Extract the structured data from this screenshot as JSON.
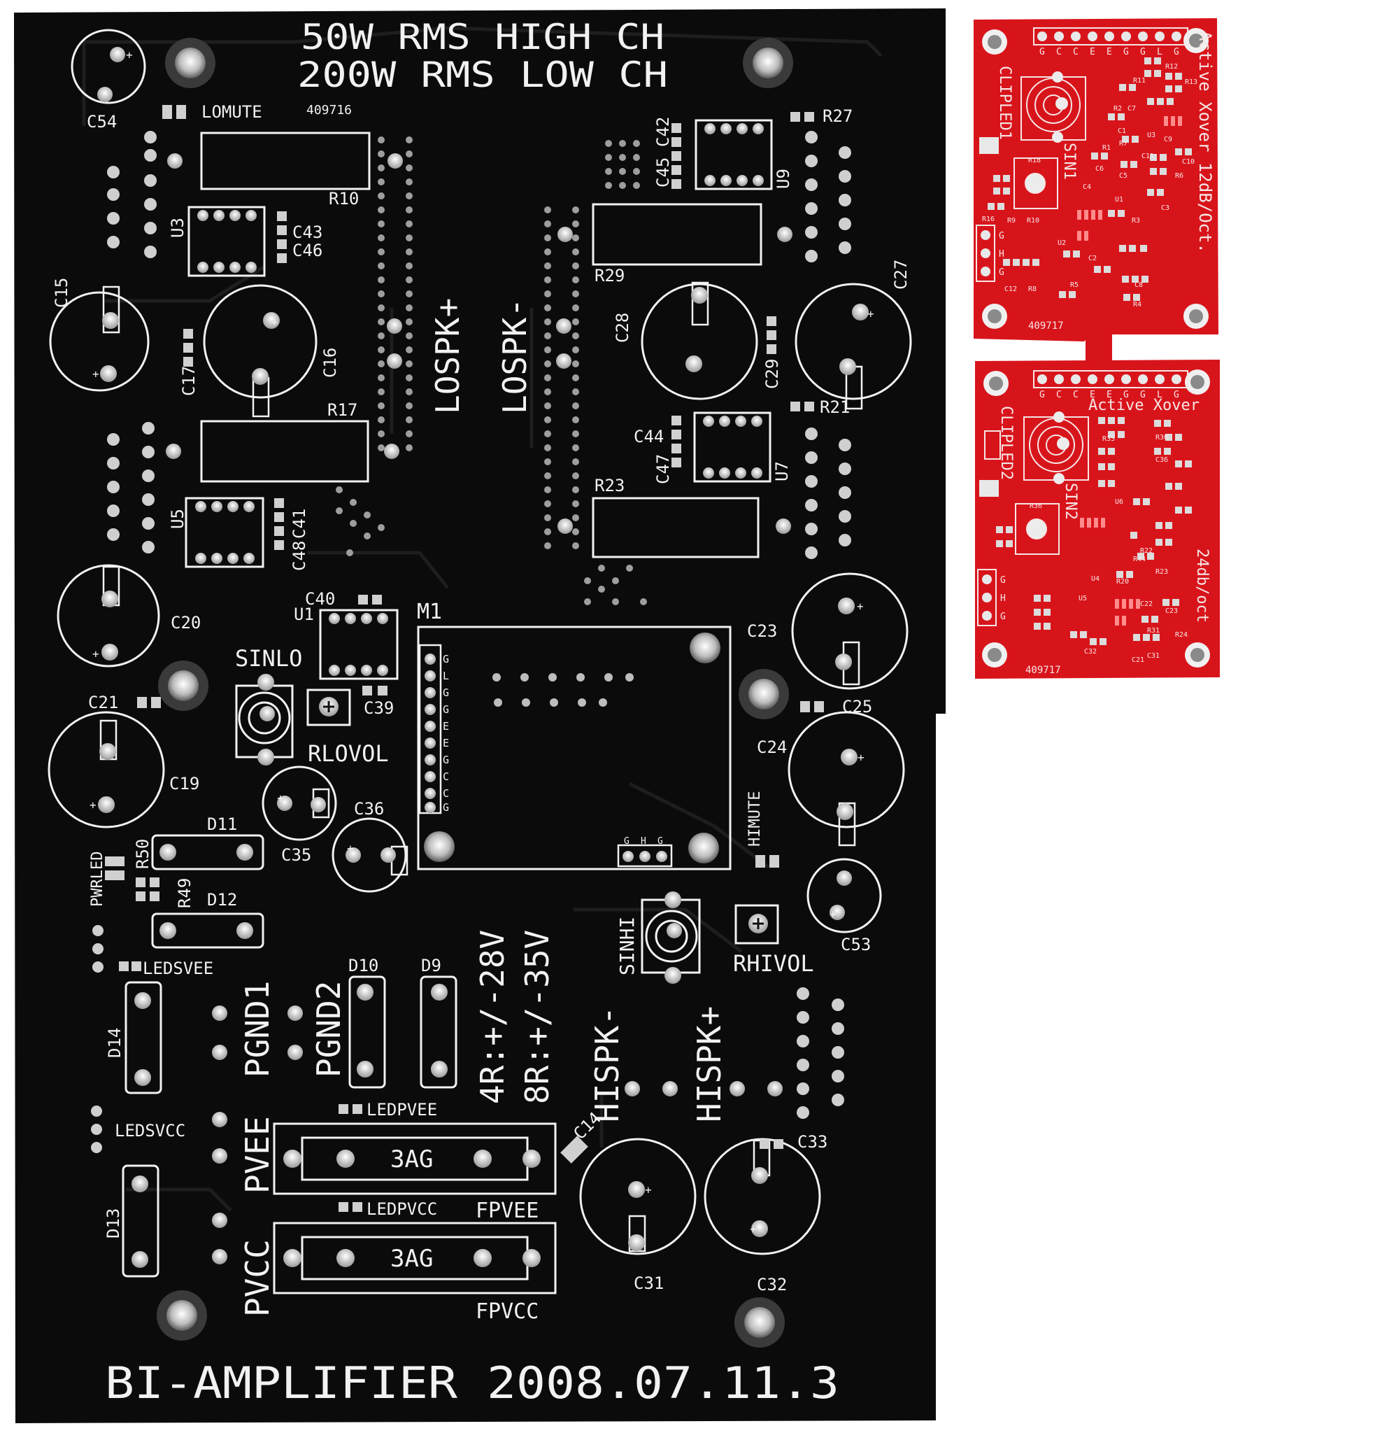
{
  "main_board": {
    "title_line1": "50W RMS HIGH CH",
    "title_line2": "200W RMS LOW CH",
    "serial": "409716",
    "footer": "BI-AMPLIFIER 2008.07.11.3",
    "voltage_4r": "4R:+/-28V",
    "voltage_8r": "8R:+/-35V",
    "labels": {
      "lomute": "LOMUTE",
      "himute": "HIMUTE",
      "lospk_plus": "LOSPK+",
      "lospk_minus": "LOSPK-",
      "hispk_plus": "HISPK+",
      "hispk_minus": "HISPK-",
      "sinlo": "SINLO",
      "sinhi": "SINHI",
      "rlovol": "RLOVOL",
      "rhivol": "RHIVOL",
      "pgnd1": "PGND1",
      "pgnd2": "PGND2",
      "pvee": "PVEE",
      "pvcc": "PVCC",
      "fpvee": "FPVEE",
      "fpvcc": "FPVCC",
      "fuse1": "3AG",
      "fuse2": "3AG",
      "ledsvee": "LEDSVEE",
      "ledsvcc": "LEDSVCC",
      "ledpvee": "LEDPVEE",
      "ledpvcc": "LEDPVCC",
      "pwrled": "PWRLED",
      "m1": "M1",
      "u1": "U1",
      "u3": "U3",
      "u5": "U5",
      "u7": "U7",
      "u9": "U9",
      "r10": "R10",
      "r17": "R17",
      "r21": "R21",
      "r23": "R23",
      "r27": "R27",
      "r29": "R29",
      "r49": "R49",
      "r50": "R50",
      "c14": "C14",
      "c15": "C15",
      "c16": "C16",
      "c17": "C17",
      "c19": "C19",
      "c20": "C20",
      "c21": "C21",
      "c23": "C23",
      "c24": "C24",
      "c25": "C25",
      "c27": "C27",
      "c28": "C28",
      "c29": "C29",
      "c31": "C31",
      "c32": "C32",
      "c33": "C33",
      "c35": "C35",
      "c36": "C36",
      "c39": "C39",
      "c40": "C40",
      "c41": "C41",
      "c42": "C42",
      "c43": "C43",
      "c44": "C44",
      "c45": "C45",
      "c46": "C46",
      "c47": "C47",
      "c48": "C48",
      "c53": "C53",
      "c54": "C54",
      "d9": "D9",
      "d10": "D10",
      "d11": "D11",
      "d12": "D12",
      "d13": "D13",
      "d14": "D14"
    },
    "connector_pins": [
      "G",
      "L",
      "G",
      "G",
      "E",
      "E",
      "G",
      "C",
      "C",
      "G"
    ],
    "m1_bottom_pins": [
      "G",
      "H",
      "G"
    ]
  },
  "xover_top": {
    "title": "Active Xover 12dB/Oct.",
    "serial": "409717",
    "clipled": "CLIPLED1",
    "sin": "SIN1",
    "pins": [
      "G",
      "C",
      "C",
      "E",
      "E",
      "G",
      "G",
      "L",
      "G"
    ],
    "side_pins": [
      "G",
      "H",
      "G"
    ],
    "refs": {
      "r18": "R18",
      "r9": "R9",
      "r10": "R10",
      "r16": "R16",
      "r8": "R8",
      "r11": "R11",
      "r12": "R12",
      "r13": "R13",
      "r1": "R1",
      "r2": "R2",
      "r3": "R3",
      "r4": "R4",
      "r5": "R5",
      "r6": "R6",
      "r7": "R7",
      "c12": "C12",
      "c1": "C1",
      "c2": "C2",
      "c3": "C3",
      "c4": "C4",
      "c5": "C5",
      "c6": "C6",
      "c7": "C7",
      "c8": "C8",
      "c9": "C9",
      "c10": "C10",
      "c11": "C11",
      "u1": "U1",
      "u2": "U2",
      "u3": "U3"
    }
  },
  "xover_bottom": {
    "title": "Active Xover",
    "subtitle": "24db/oct",
    "serial": "409717",
    "clipled": "CLIPLED2",
    "sin": "SIN2",
    "pins": [
      "G",
      "C",
      "C",
      "E",
      "E",
      "G",
      "G",
      "L",
      "G"
    ],
    "side_pins": [
      "G",
      "H",
      "G"
    ],
    "refs": {
      "r36": "R36",
      "r20": "R20",
      "r22": "R22",
      "r23": "R23",
      "r24": "R24",
      "r30": "R30",
      "r31": "R31",
      "r33": "R33",
      "r44": "R44",
      "c21": "C21",
      "c22": "C22",
      "c23": "C23",
      "c31": "C31",
      "c32": "C32",
      "c36": "C36",
      "u4": "U4",
      "u5": "U5",
      "u6": "U6"
    }
  },
  "colors": {
    "background": "#ffffff",
    "main_board": "#0b0b0b",
    "silkscreen": "#f2f2f2",
    "copper_pad": "#d9d9d9",
    "xover_board": "#d8141b",
    "xover_silk": "#f6e6e6"
  }
}
